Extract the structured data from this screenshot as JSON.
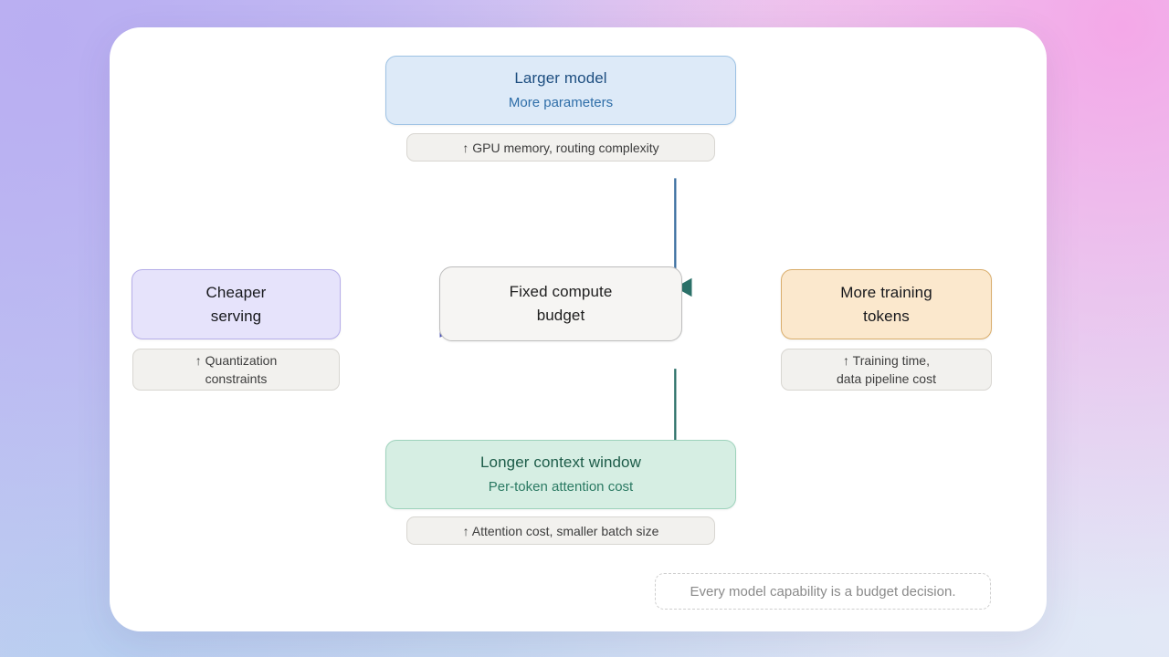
{
  "diagram": {
    "title_note": "Every model capability is a budget decision.",
    "center": {
      "label": "Fixed compute\nbudget",
      "title": "Fixed compute",
      "subtitle": "budget",
      "fill": "#f6f5f3",
      "border": "#bdbdbd"
    },
    "nodes": [
      {
        "id": "larger-model",
        "position": "top",
        "title": "Larger model",
        "subtitle": "More parameters",
        "cost": "↑ GPU memory, routing complexity",
        "fill": "#ddeaf8",
        "border": "#9dc2e4",
        "title_color": "#1d4e80",
        "subtitle_color": "#2f6ea8",
        "arrow_color": "#3b6ea0",
        "arrow_direction": "up"
      },
      {
        "id": "cheaper-serving",
        "position": "left",
        "title": "Cheaper",
        "subtitle": "serving",
        "cost": "↑ Quantization\nconstraints",
        "fill": "#e6e3fb",
        "border": "#b6aee9",
        "title_color": "#17181c",
        "subtitle_color": "#17181c",
        "arrow_color": "#4a53b8",
        "arrow_direction": "left"
      },
      {
        "id": "more-training-tokens",
        "position": "right",
        "title": "More training",
        "subtitle": "tokens",
        "cost": "↑ Training time,\ndata pipeline cost",
        "fill": "#fbe8cd",
        "border": "#d9ad6b",
        "title_color": "#17181c",
        "subtitle_color": "#17181c",
        "arrow_color": "#b8862f",
        "arrow_direction": "right"
      },
      {
        "id": "longer-context-window",
        "position": "bottom",
        "title": "Longer context window",
        "subtitle": "Per-token attention cost",
        "cost": "↑ Attention cost, smaller batch size",
        "fill": "#d6eee3",
        "border": "#9ed3bc",
        "title_color": "#1d5c49",
        "subtitle_color": "#2b7a63",
        "arrow_color": "#2b7068",
        "arrow_direction": "down"
      }
    ],
    "colors": {
      "card_background": "#ffffff",
      "cost_label_background": "#f2f1ee",
      "cost_label_border": "#d8d6d1",
      "footer_text": "#8a8a8a"
    }
  }
}
